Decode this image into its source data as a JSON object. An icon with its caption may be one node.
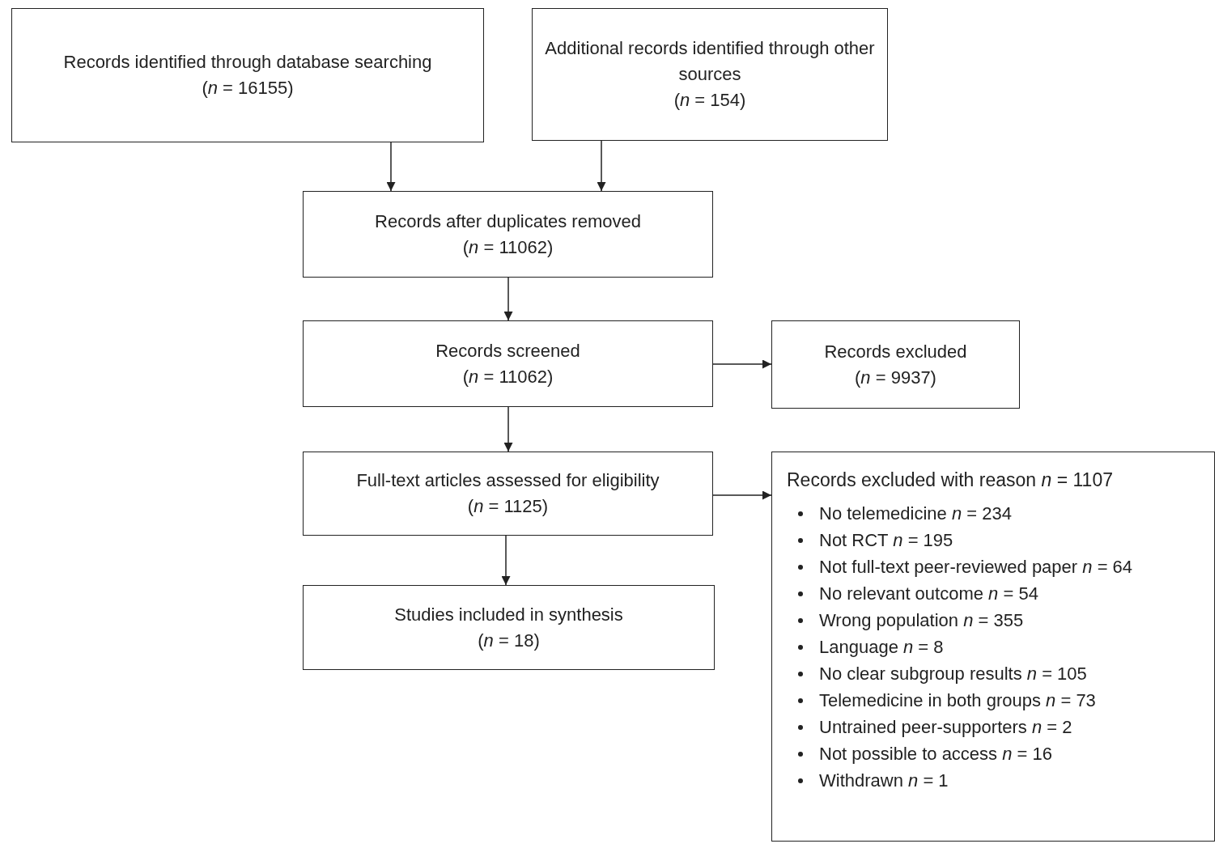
{
  "diagram": {
    "nodes": [
      {
        "text": [
          "Records identified through database searching",
          "(*n* = 16155)"
        ]
      },
      {
        "text": [
          "Additional records identified through other sources",
          "(*n* = 154)"
        ]
      },
      {
        "text": [
          "Records after duplicates removed",
          "(*n* = 11062)"
        ]
      },
      {
        "text": [
          "Records screened",
          "(*n* = 11062)"
        ]
      },
      {
        "text": [
          "Records excluded",
          "(*n* = 9937)"
        ]
      },
      {
        "text": [
          "Full-text articles assessed for eligibility",
          "(*n* = 1125)"
        ]
      },
      {
        "text": [
          "Records excluded with reason *n* = 1107",
          "No telemedicine *n* = 234",
          "Not RCT *n* = 195",
          "Not full-text peer-reviewed paper *n* = 64",
          "No relevant outcome *n* = 54",
          "Wrong population *n* = 355",
          "Language *n* = 8",
          "No clear subgroup results *n* = 105",
          "Telemedicine in both groups *n* = 73",
          "Untrained peer-supporters *n* = 2",
          "Not possible to access *n* = 16",
          "Withdrawn *n* = 1"
        ]
      },
      {
        "text": [
          "Studies included in synthesis",
          "(*n* = 18)"
        ]
      }
    ],
    "edges": [
      {
        "from": 0,
        "to": 2,
        "arrow": "to"
      },
      {
        "from": 1,
        "to": 2,
        "arrow": "to"
      },
      {
        "from": 2,
        "to": 3,
        "arrow": "to"
      },
      {
        "from": 3,
        "to": 4,
        "arrow": "to"
      },
      {
        "from": 3,
        "to": 5,
        "arrow": "to"
      },
      {
        "from": 5,
        "to": 6,
        "arrow": "to"
      },
      {
        "from": 5,
        "to": 7,
        "arrow": "to"
      }
    ]
  }
}
